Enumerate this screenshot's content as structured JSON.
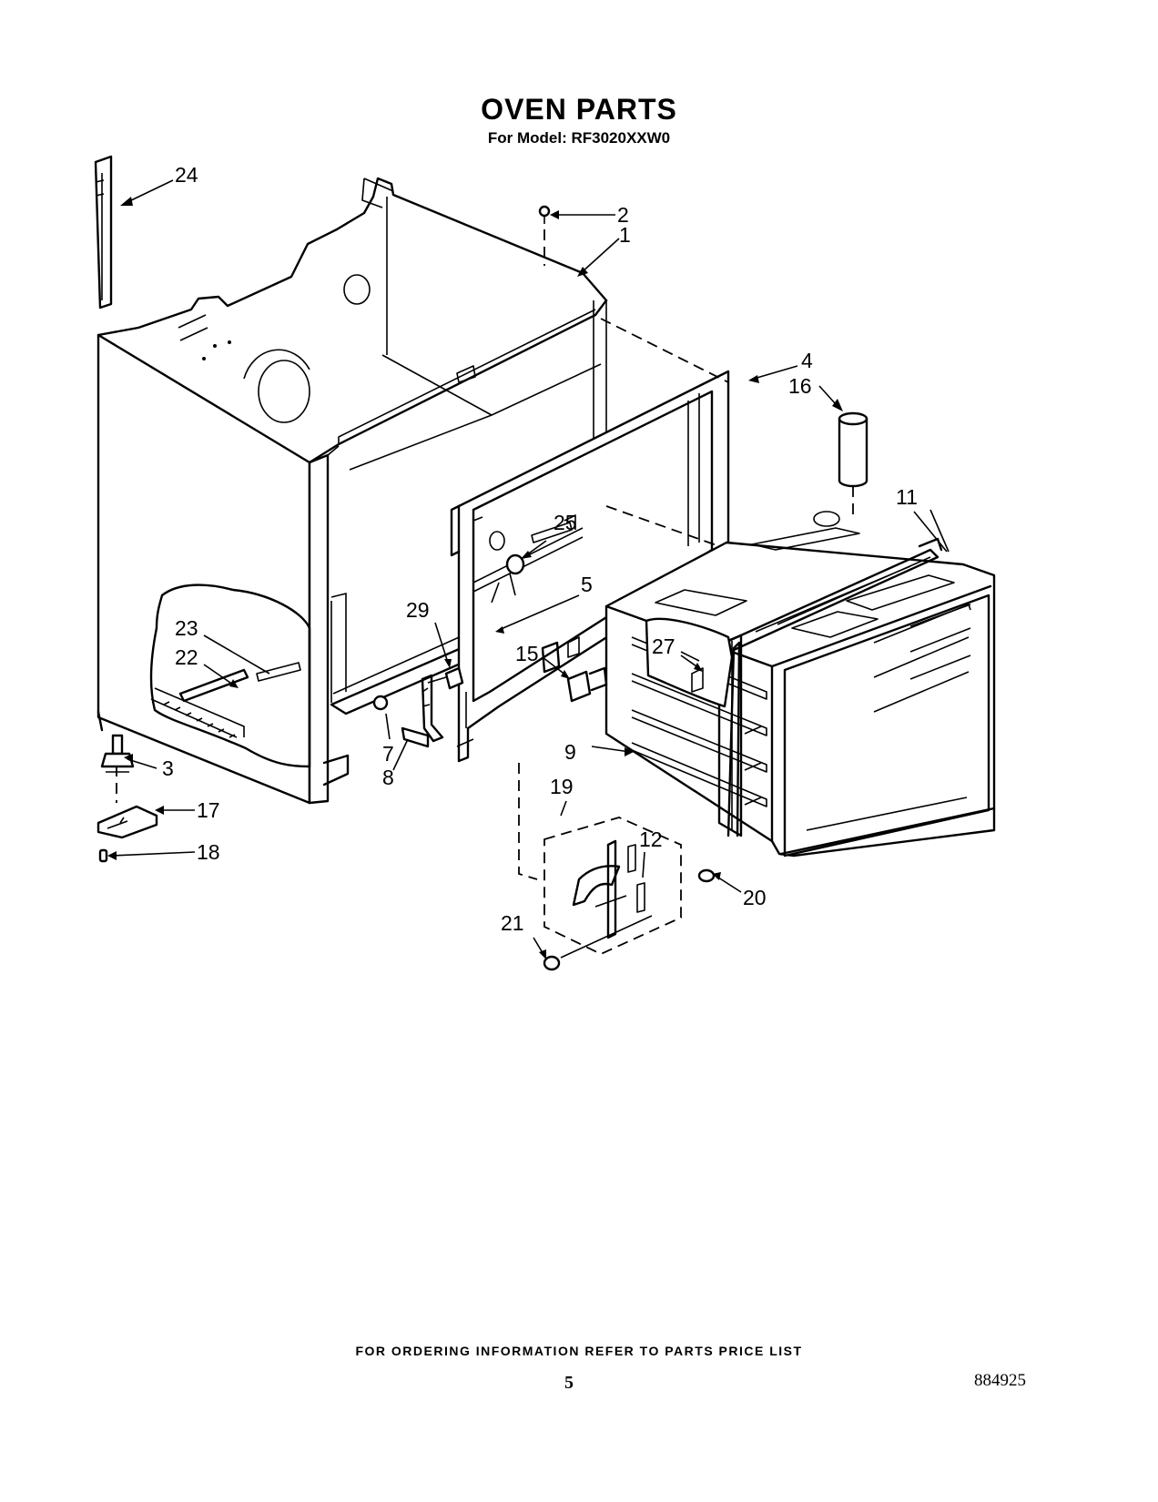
{
  "title": "OVEN PARTS",
  "subtitle": "For Model: RF3020XXW0",
  "footer": "FOR ORDERING INFORMATION REFER TO PARTS PRICE LIST",
  "page_number": "5",
  "part_number": "884925",
  "callouts": [
    {
      "id": "c24",
      "text": "24"
    },
    {
      "id": "c2",
      "text": "2"
    },
    {
      "id": "c1",
      "text": "1"
    },
    {
      "id": "c4",
      "text": "4"
    },
    {
      "id": "c16",
      "text": "16"
    },
    {
      "id": "c11",
      "text": "11"
    },
    {
      "id": "c25",
      "text": "25"
    },
    {
      "id": "c5",
      "text": "5"
    },
    {
      "id": "c29",
      "text": "29"
    },
    {
      "id": "c23",
      "text": "23"
    },
    {
      "id": "c22",
      "text": "22"
    },
    {
      "id": "c15",
      "text": "15"
    },
    {
      "id": "c27",
      "text": "27"
    },
    {
      "id": "c3",
      "text": "3"
    },
    {
      "id": "c7",
      "text": "7"
    },
    {
      "id": "c8",
      "text": "8"
    },
    {
      "id": "c9",
      "text": "9"
    },
    {
      "id": "c19",
      "text": "19"
    },
    {
      "id": "c17",
      "text": "17"
    },
    {
      "id": "c18",
      "text": "18"
    },
    {
      "id": "c12",
      "text": "12"
    },
    {
      "id": "c20",
      "text": "20"
    },
    {
      "id": "c21",
      "text": "21"
    }
  ]
}
